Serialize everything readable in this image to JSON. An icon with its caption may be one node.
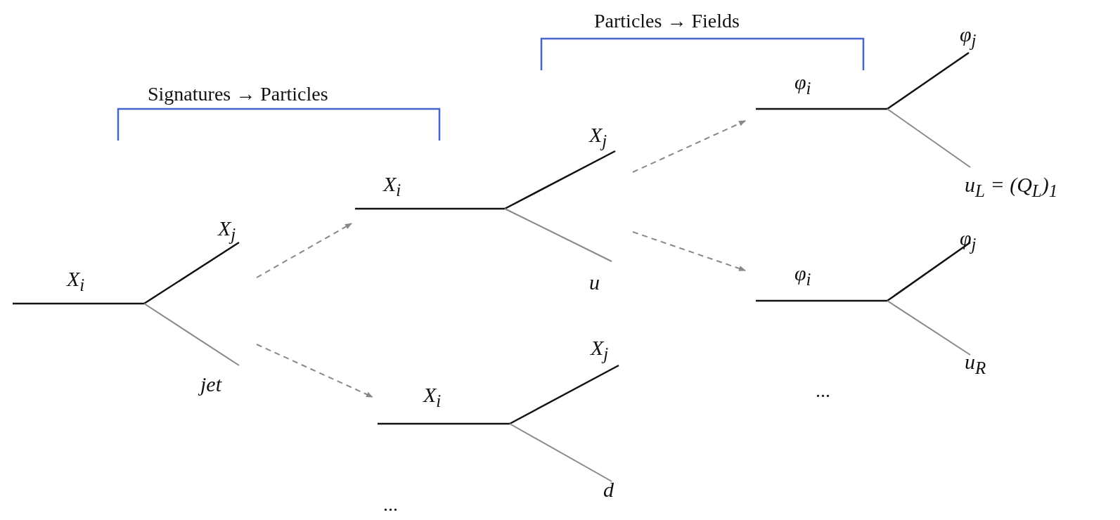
{
  "diagram": {
    "nodes": [
      {
        "text": [
          "X$_{i}$",
          "X$_{j}$",
          "jet"
        ]
      },
      {
        "text": [
          "X$_{i}$",
          "X$_{j}$",
          "u"
        ]
      },
      {
        "text": [
          "X$_{i}$",
          "X$_{j}$",
          "d"
        ]
      },
      {
        "text": [
          "φ$_{i}$",
          "φ$_{j}$",
          "u$_{L}$ = (Q$_{L}$)$_{1}$"
        ]
      },
      {
        "text": [
          "φ$_{i}$",
          "φ$_{j}$",
          "u$_{R}$"
        ]
      }
    ],
    "edges": [
      {
        "from": 0,
        "to": 1,
        "arrow": "to",
        "style": "dashed"
      },
      {
        "from": 0,
        "to": 2,
        "arrow": "to",
        "style": "dashed"
      },
      {
        "from": 1,
        "to": 3,
        "arrow": "to",
        "style": "dashed"
      },
      {
        "from": 1,
        "to": 4,
        "arrow": "to",
        "style": "dashed"
      }
    ],
    "labels": [
      "Particles → Fields",
      "Signatures → Particles",
      "...",
      "..."
    ]
  }
}
